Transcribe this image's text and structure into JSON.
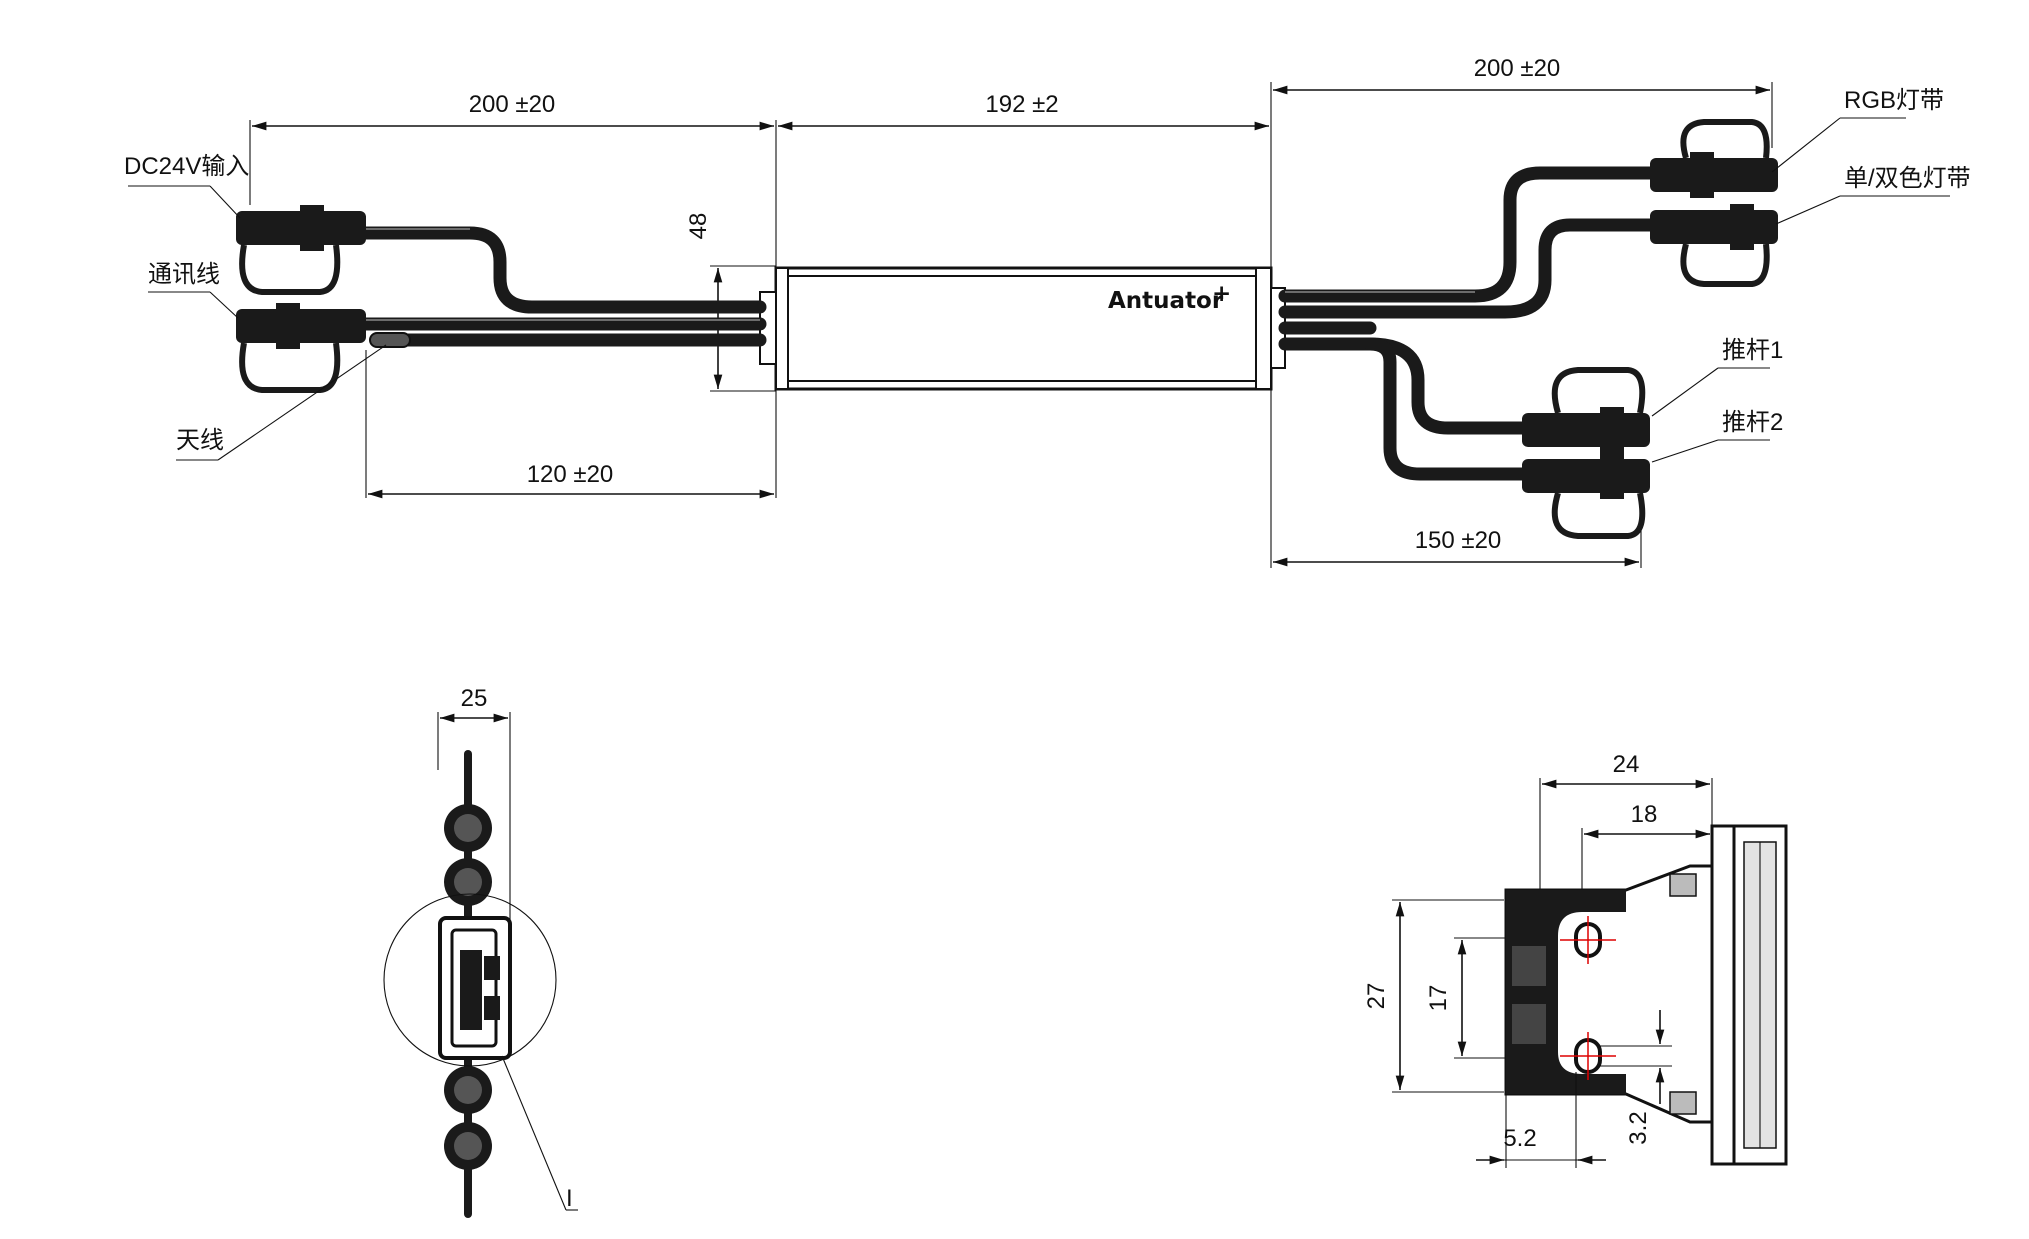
{
  "brand": {
    "name": "Antuator",
    "mark": "+"
  },
  "dimensions": {
    "left_cable": "200 ±20",
    "body_length": "192 ±2",
    "right_cable_top": "200 ±20",
    "body_height": "48",
    "antenna_length": "120 ±20",
    "right_cable_bottom": "150 ±20",
    "side_width": "25",
    "bracket_width": "24",
    "bracket_hole_offset": "18",
    "bracket_height": "27",
    "hole_pitch": "17",
    "flange_offset": "5.2",
    "slot_width": "3.2"
  },
  "callouts": {
    "dc_input": "DC24V输入",
    "comm": "通讯线",
    "antenna": "天线",
    "rgb": "RGB灯带",
    "mono_dual": "单/双色灯带",
    "pushrod1": "推杆1",
    "pushrod2": "推杆2",
    "detail_mark": "I"
  }
}
